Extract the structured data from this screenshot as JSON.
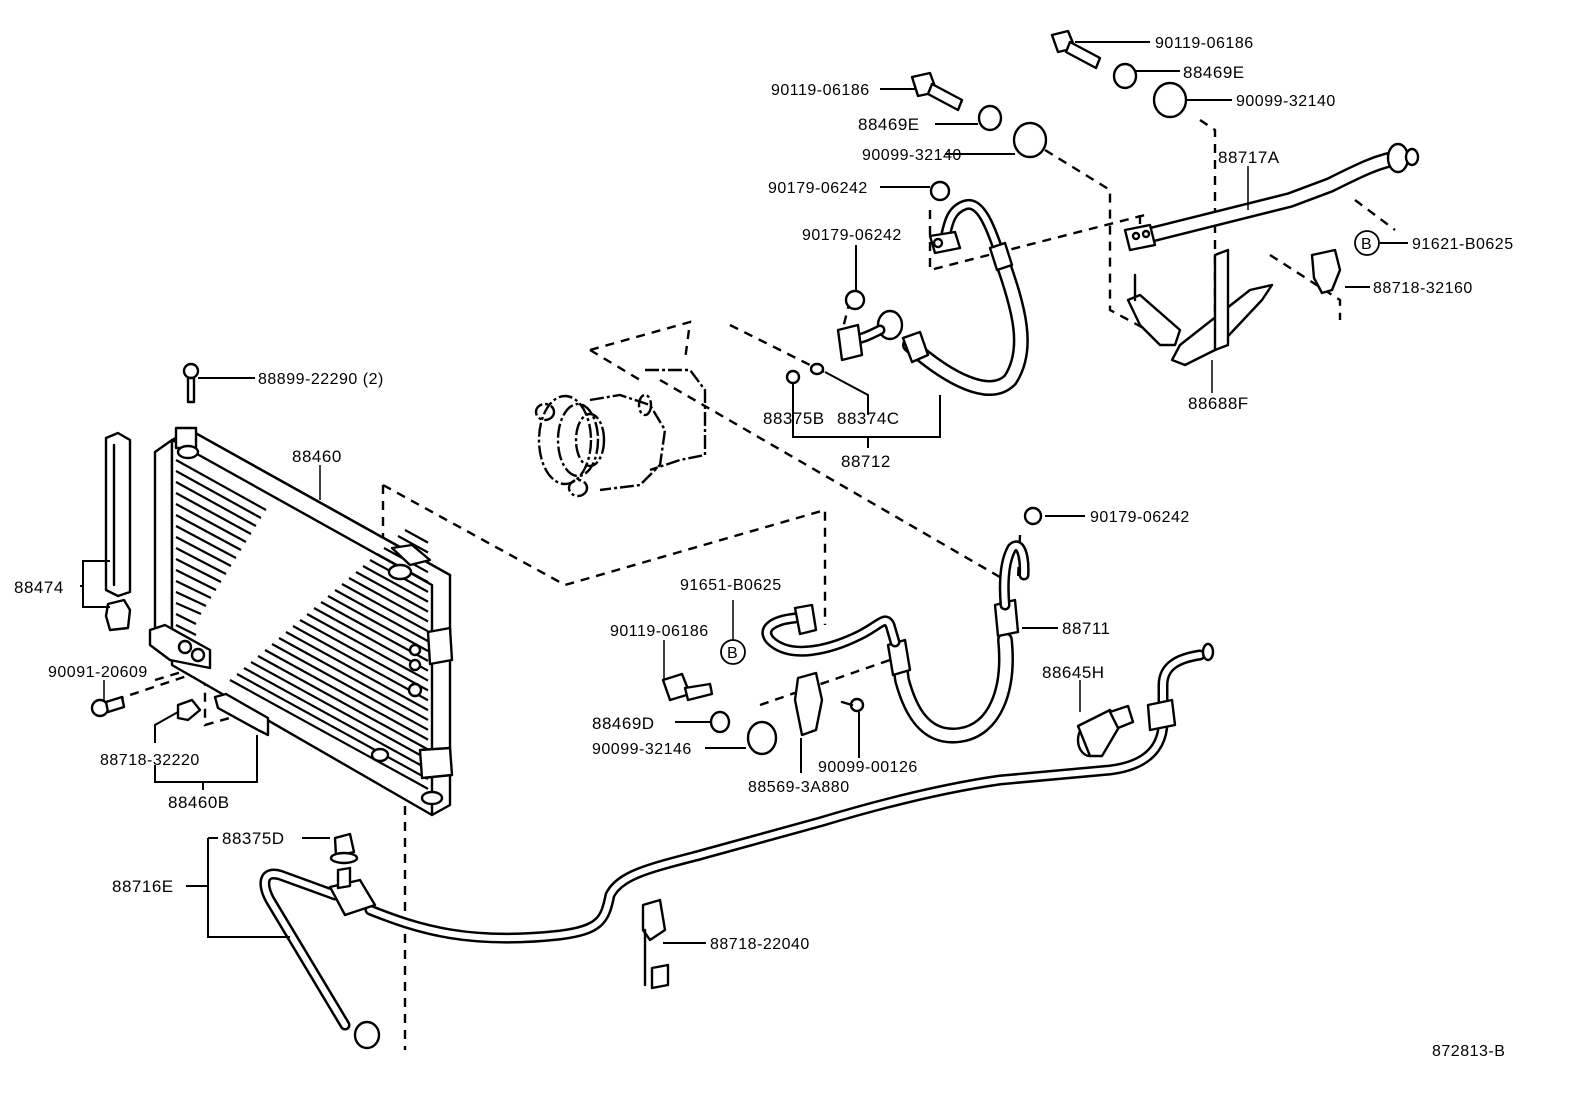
{
  "diagram": {
    "title": "Air conditioner condenser & piping parts diagram",
    "illustration_number": "872813-B",
    "line_color": "#000000",
    "background_color": "#ffffff",
    "reference_marker": "B",
    "labels": {
      "p_90119_06186_top": "90119-06186",
      "p_88469E_top": "88469E",
      "p_90099_32140_top": "90099-32140",
      "p_90119_06186_mid": "90119-06186",
      "p_88469E_mid": "88469E",
      "p_90099_32140_mid": "90099-32140",
      "p_88717A": "88717A",
      "p_90179_06242_a": "90179-06242",
      "p_90179_06242_b": "90179-06242",
      "p_91621_B0625": "91621-B0625",
      "p_88718_32160": "88718-32160",
      "p_88688F": "88688F",
      "p_88375B": "88375B",
      "p_88374C": "88374C",
      "p_88712": "88712",
      "p_88899_22290": "88899-22290 (2)",
      "p_88460": "88460",
      "p_88474": "88474",
      "p_90091_20609": "90091-20609",
      "p_88718_32220": "88718-32220",
      "p_88460B": "88460B",
      "p_90179_06242_c": "90179-06242",
      "p_91651_B0625": "91651-B0625",
      "p_90119_06186_low": "90119-06186",
      "p_88711": "88711",
      "p_88645H": "88645H",
      "p_88469D": "88469D",
      "p_90099_32146": "90099-32146",
      "p_90099_00126": "90099-00126",
      "p_88569_3A880": "88569-3A880",
      "p_88375D": "88375D",
      "p_88716E": "88716E",
      "p_88718_22040": "88718-22040"
    }
  }
}
